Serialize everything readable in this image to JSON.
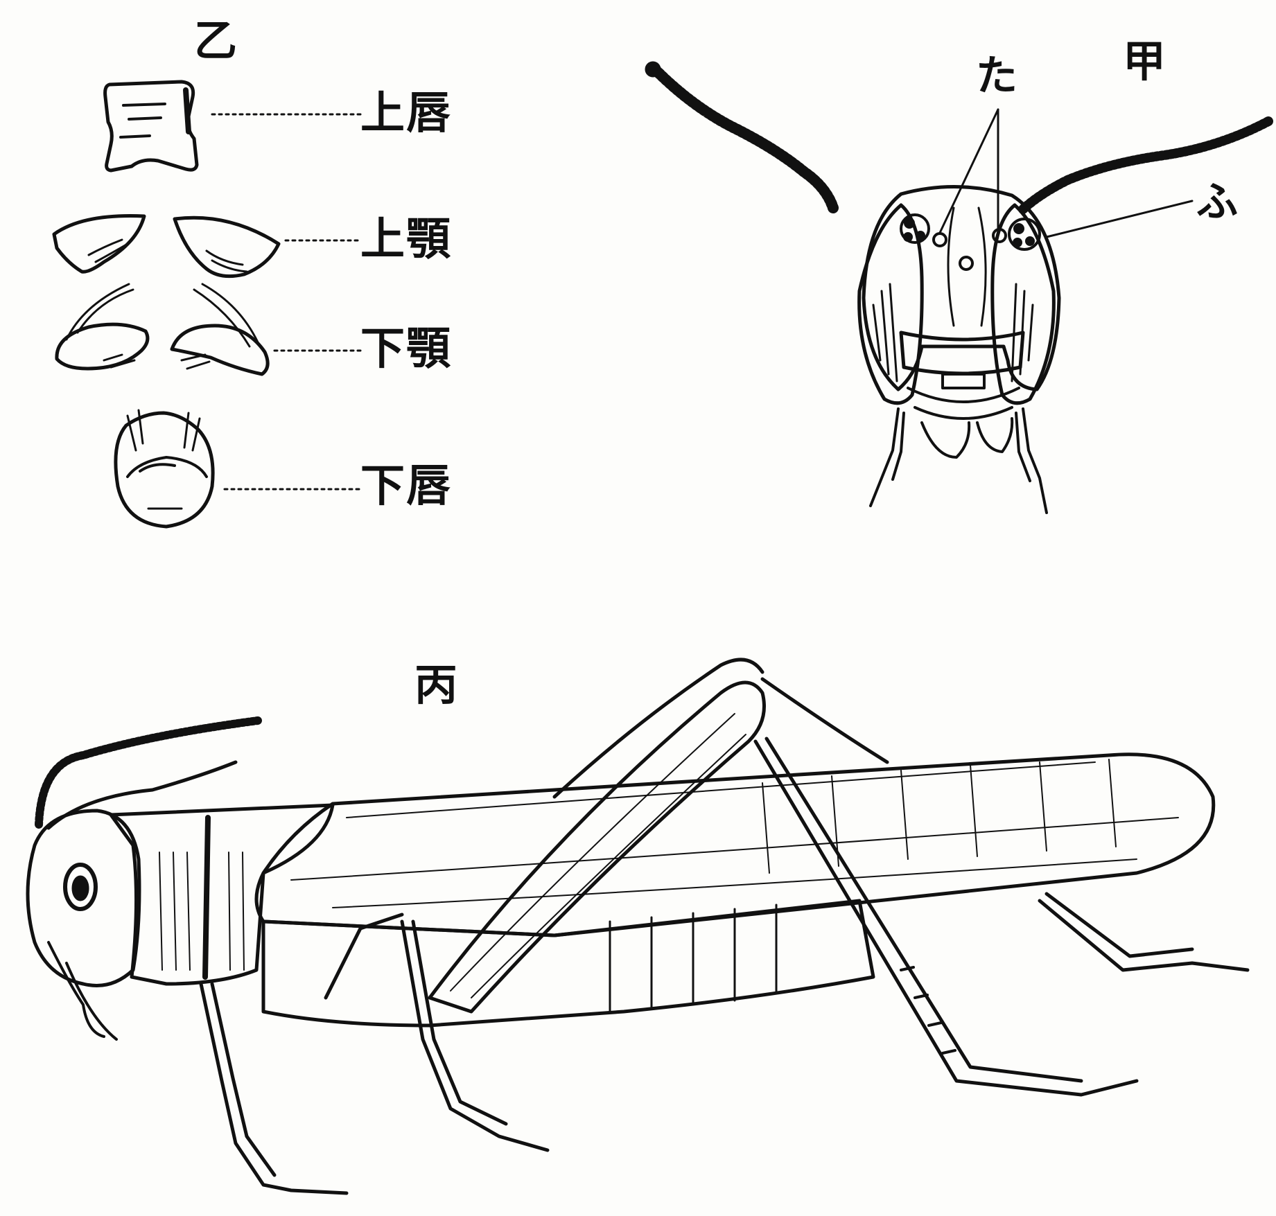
{
  "colors": {
    "ink": "#111111",
    "paper": "#fdfdfb"
  },
  "panel_ko": {
    "title": "乙",
    "labels": [
      "上唇",
      "上顎",
      "下顎",
      "下唇"
    ]
  },
  "panel_ka": {
    "title": "甲",
    "label_ta": "た",
    "label_fu": "ふ"
  },
  "panel_hei": {
    "title": "丙"
  }
}
